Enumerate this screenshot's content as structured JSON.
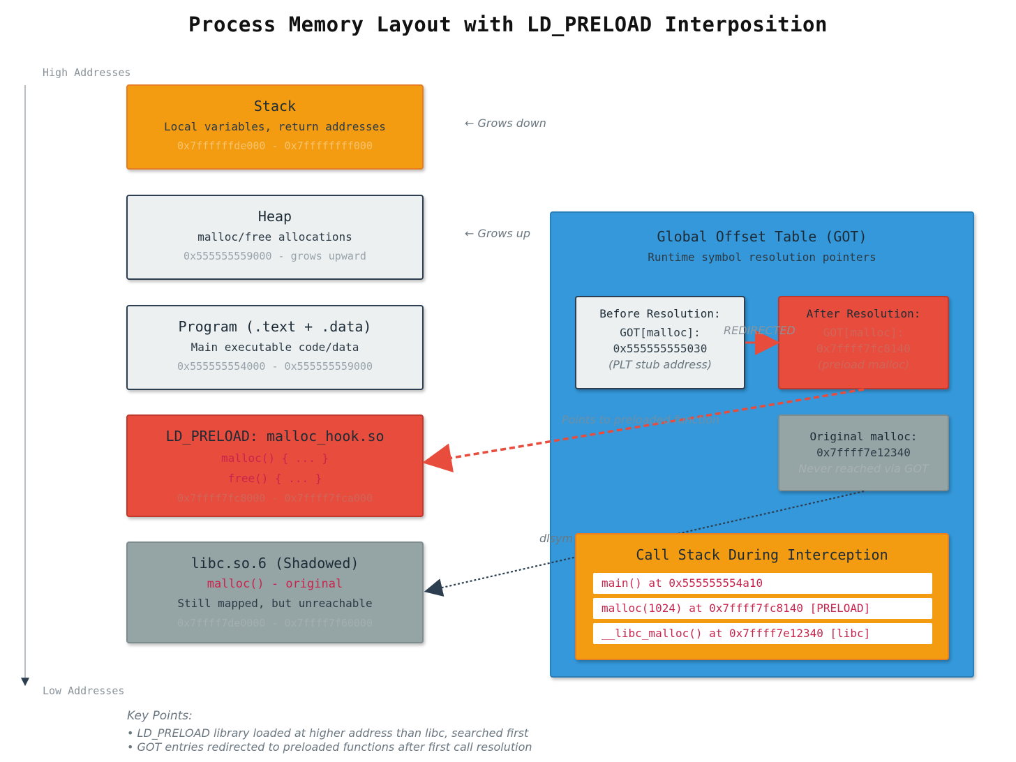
{
  "title": "Process Memory Layout with LD_PRELOAD Interposition",
  "axis": {
    "high": "High Addresses",
    "low": "Low Addresses"
  },
  "segments": {
    "stack": {
      "title": "Stack",
      "desc": "Local variables, return addresses",
      "range": "0x7ffffffde000 - 0x7ffffffff000",
      "note": "← Grows down"
    },
    "heap": {
      "title": "Heap",
      "desc": "malloc/free allocations",
      "range": "0x555555559000 - grows upward",
      "note": "← Grows up"
    },
    "program": {
      "title": "Program (.text + .data)",
      "desc": "Main executable code/data",
      "range": "0x555555554000 - 0x555555559000"
    },
    "preload": {
      "title": "LD_PRELOAD: malloc_hook.so",
      "fn1": "malloc() { ... }",
      "fn2": "free() { ... }",
      "range": "0x7ffff7fc8000 - 0x7ffff7fca000"
    },
    "libc": {
      "title": "libc.so.6 (Shadowed)",
      "fn": "malloc() - original",
      "desc": "Still mapped, but unreachable",
      "range": "0x7ffff7de0000 - 0x7ffff7f60000"
    }
  },
  "got": {
    "title": "Global Offset Table (GOT)",
    "subtitle": "Runtime symbol resolution pointers",
    "before": {
      "title": "Before Resolution:",
      "entry": "GOT[malloc]:",
      "addr": "0x555555555030",
      "note": "(PLT stub address)"
    },
    "after": {
      "title": "After Resolution:",
      "entry": "GOT[malloc]:",
      "addr": "0x7ffff7fc8140",
      "note": "(preload malloc)"
    },
    "redirected": "REDIRECTED",
    "points_to": "Points to preloaded function",
    "original": {
      "title": "Original malloc:",
      "addr": "0x7ffff7e12340",
      "note": "Never reached via GOT"
    },
    "dlsym": "dlsym"
  },
  "callstack": {
    "title": "Call Stack During Interception",
    "rows": [
      "main() at 0x555555554a10",
      "malloc(1024) at 0x7ffff7fc8140 [PRELOAD]",
      "__libc_malloc() at 0x7ffff7e12340 [libc]"
    ]
  },
  "key_points": {
    "title": "Key Points:",
    "items": [
      "• LD_PRELOAD library loaded at higher address than libc, searched first",
      "• GOT entries redirected to preloaded functions after first call resolution"
    ]
  },
  "colors": {
    "stack": "#f39c12",
    "preload": "#e74c3c",
    "libc": "#95a5a6",
    "got": "#3498db",
    "light": "#ecf0f1",
    "dark_border": "#2c3e50"
  }
}
